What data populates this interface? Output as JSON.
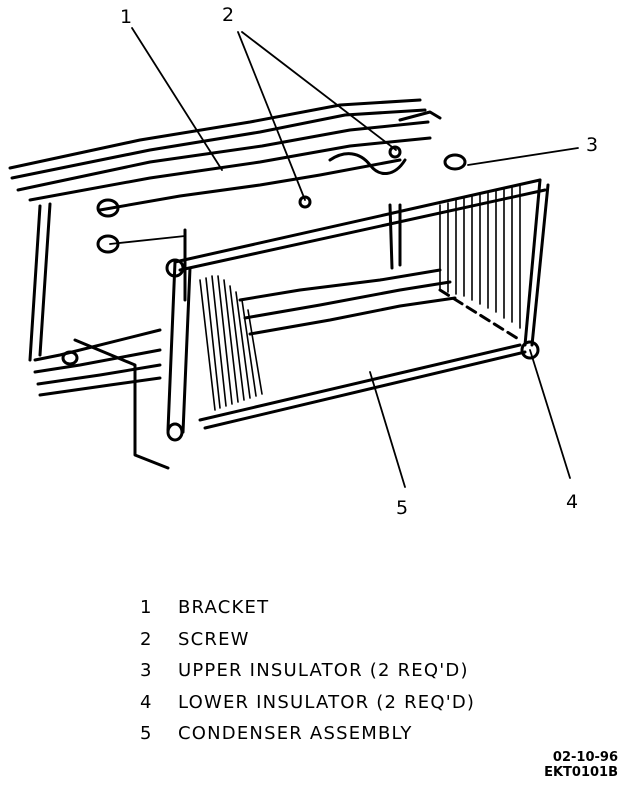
{
  "callouts": {
    "c1": "1",
    "c2": "2",
    "c3": "3",
    "c4": "4",
    "c5": "5"
  },
  "legend": [
    {
      "number": "1",
      "label": "BRACKET"
    },
    {
      "number": "2",
      "label": "SCREW"
    },
    {
      "number": "3",
      "label": "UPPER INSULATOR (2 REQ'D)"
    },
    {
      "number": "4",
      "label": "LOWER INSULATOR (2 REQ'D)"
    },
    {
      "number": "5",
      "label": "CONDENSER ASSEMBLY"
    }
  ],
  "stamp": {
    "date": "02-10-96",
    "code": "EKT0101B"
  }
}
